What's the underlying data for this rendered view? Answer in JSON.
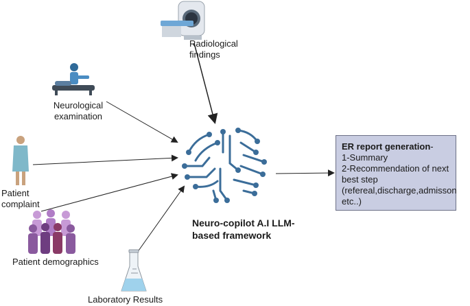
{
  "inputs": {
    "radiological": {
      "line1": "Radiological",
      "line2": "findings"
    },
    "neurological": {
      "line1": "Neurological",
      "line2": "examination"
    },
    "complaint": {
      "line1": "Patient",
      "line2": "complaint"
    },
    "demographics": {
      "label": "Patient demographics"
    },
    "laboratory": {
      "label": "Laboratory Results"
    }
  },
  "framework": {
    "line1": "Neuro-copilot A.I LLM-",
    "line2": "based framework"
  },
  "report": {
    "title": "ER report generation",
    "title_suffix": "-",
    "line1": "1-Summary",
    "line2": "2-Recommendation of next",
    "line3": "best step",
    "line4": "(refereal,discharge,admisson",
    "line5": "etc..)"
  },
  "colors": {
    "icon_blue": "#4a7fb0",
    "brain_blue": "#3b6d99",
    "report_fill": "#c9cde2",
    "people_purple": "#8a5a9e"
  },
  "icons": [
    "mri-scanner-icon",
    "neuro-exam-icon",
    "patient-icon",
    "people-group-icon",
    "lab-flask-icon",
    "brain-circuit-icon"
  ]
}
